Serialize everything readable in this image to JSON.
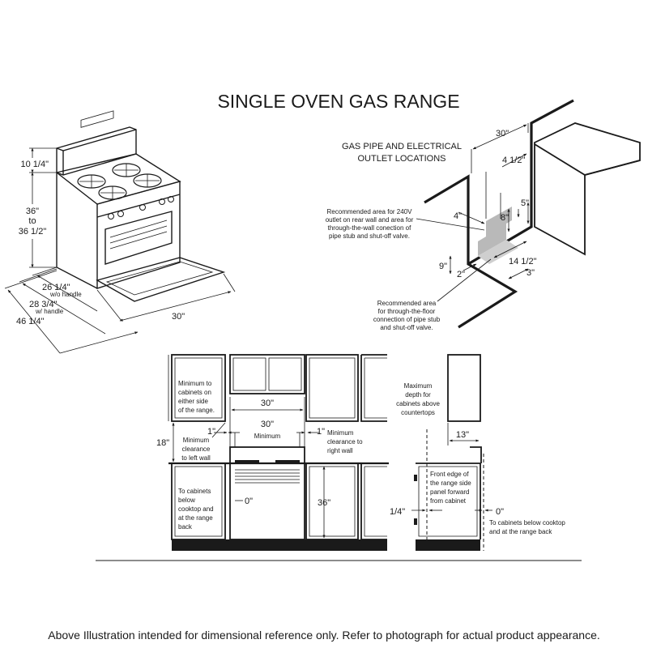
{
  "title": "SINGLE OVEN GAS RANGE",
  "footer": "Above Illustration intended for dimensional reference only. Refer to photograph for actual product appearance.",
  "range_view": {
    "dims": {
      "backguard": "10 1/4\"",
      "height_top": "36\"",
      "height_to": "to",
      "height_bottom": "36 1/2\"",
      "depth_no_handle": "26 1/4\"",
      "depth_no_handle_note": "w/o handle",
      "depth_handle": "28 3/4\"",
      "depth_handle_note": "w/ handle",
      "depth_door_open": "46 1/4\"",
      "width": "30\""
    }
  },
  "gas_pipe": {
    "heading_line1": "GAS PIPE AND ELECTRICAL",
    "heading_line2": "OUTLET LOCATIONS",
    "dims": {
      "width": "30\"",
      "offset_right": "4 1/2\"",
      "side_4": "4\"",
      "side_5": "5\"",
      "height_8": "8\"",
      "height_9": "9\"",
      "floor_2": "2\"",
      "floor_14_half": "14 1/2\"",
      "floor_3": "3\""
    },
    "note_rear_wall": [
      "Recommended area for 240V",
      "outlet on rear wall and area for",
      "through-the-wall conection of",
      "pipe stub and shut-off valve."
    ],
    "note_floor": [
      "Recommended area",
      "for through-the-floor",
      "connection of pipe stub",
      "and shut-off valve."
    ]
  },
  "front_view": {
    "note_cabinets_side": [
      "Minimum to",
      "cabinets on",
      "either side",
      "of the range."
    ],
    "dim_opening": "30\"",
    "dim_left_gap": "1\"",
    "dim_min_width": "30\"",
    "dim_min_width_label": "Minimum",
    "dim_right_gap": "1\"",
    "note_right_wall": [
      "Minimum",
      "clearance to",
      "right wall"
    ],
    "dim_upper_clear": "18\"",
    "note_left_wall": [
      "Minimum",
      "clearance",
      "to left wall"
    ],
    "note_below": [
      "To cabinets",
      "below",
      "cooktop and",
      "at the range",
      "back"
    ],
    "dim_zero": "0\"",
    "dim_counter_height": "36\""
  },
  "side_view": {
    "note_max_depth": [
      "Maximum",
      "depth for",
      "cabinets above",
      "countertops"
    ],
    "dim_depth": "13\"",
    "note_front_edge": [
      "Front edge of",
      "the range side",
      "panel forward",
      "from cabinet"
    ],
    "dim_quarter": "1/4\"",
    "dim_zero": "0\"",
    "note_cabinets": [
      "To cabinets below cooktop",
      "and at the range back"
    ]
  }
}
